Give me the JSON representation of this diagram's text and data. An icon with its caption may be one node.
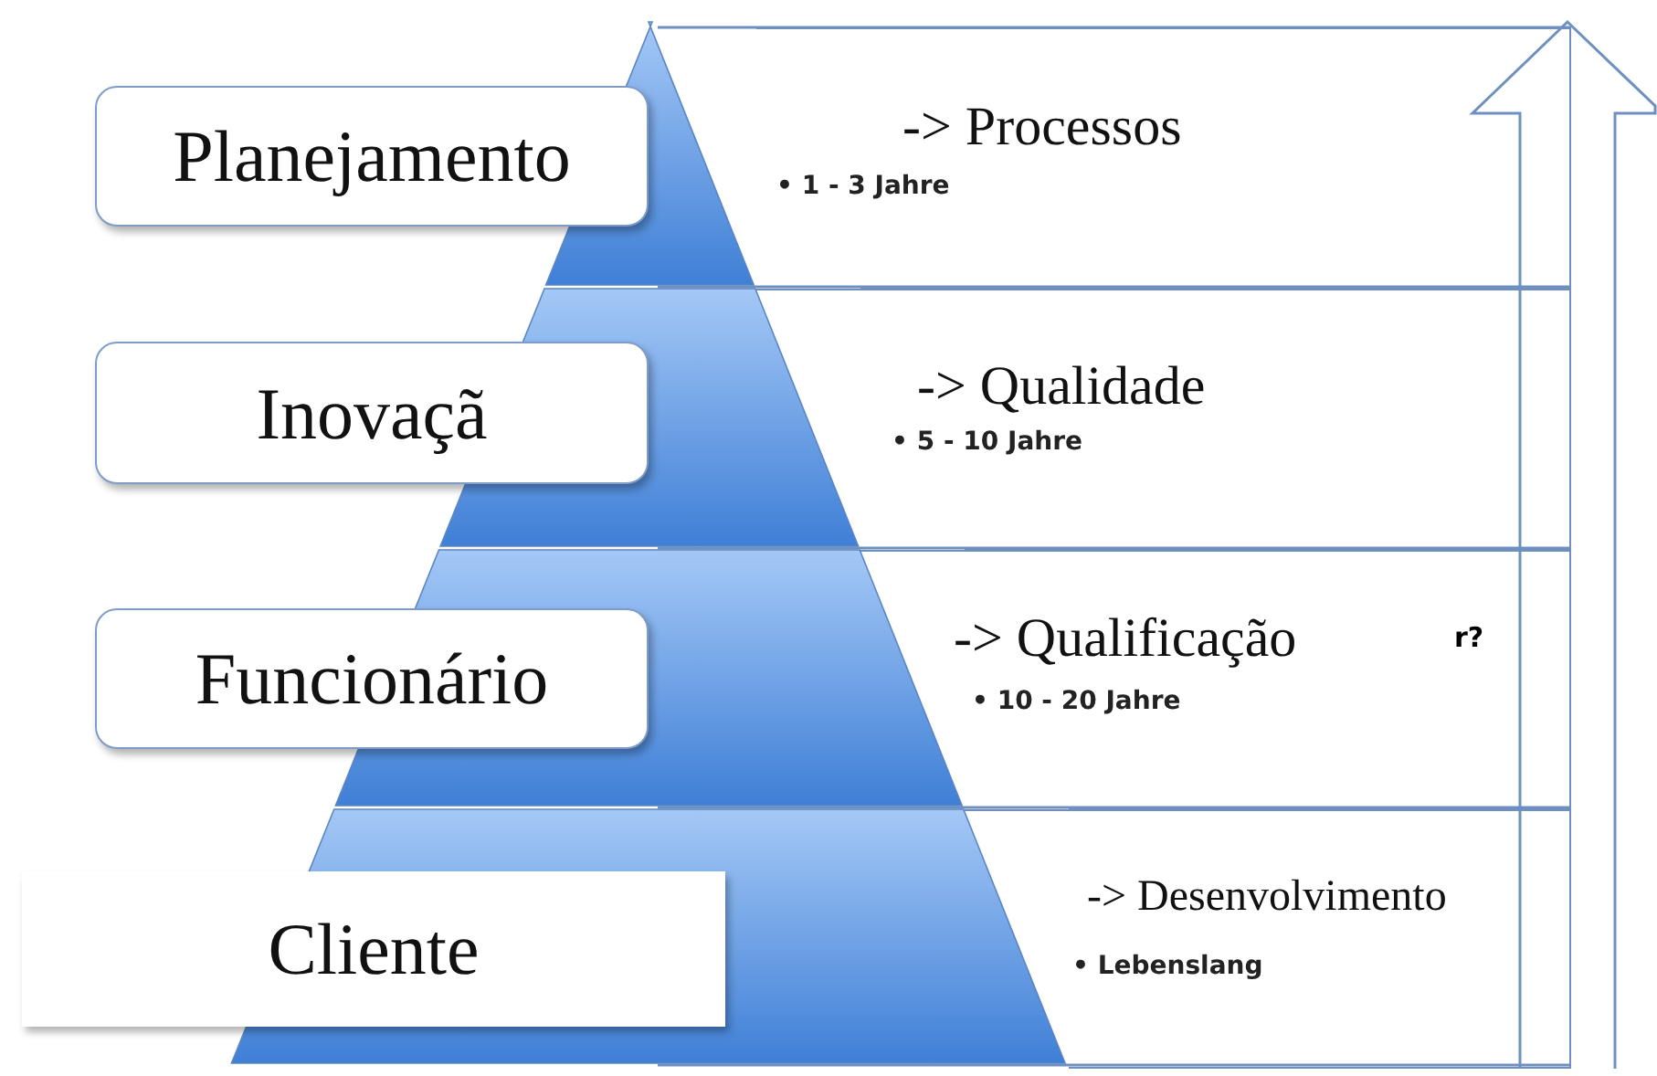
{
  "diagram": {
    "nodes": [
      {
        "text": [
          "Planejamento"
        ]
      },
      {
        "text": [
          "Inovaçã"
        ]
      },
      {
        "text": [
          "Funcionário"
        ]
      },
      {
        "text": [
          "Cliente"
        ]
      },
      {
        "text": [
          "-> Processos",
          "• 1 - 3 Jahre"
        ]
      },
      {
        "text": [
          "->  Qualidade",
          "• 5 - 10 Jahre"
        ]
      },
      {
        "text": [
          "-> Qualificação",
          "• 10 - 20 Jahre"
        ]
      },
      {
        "text": [
          "-> Desenvolvimento",
          "• Lebenslang"
        ]
      }
    ],
    "edges": [],
    "labels": [
      "r?"
    ]
  }
}
